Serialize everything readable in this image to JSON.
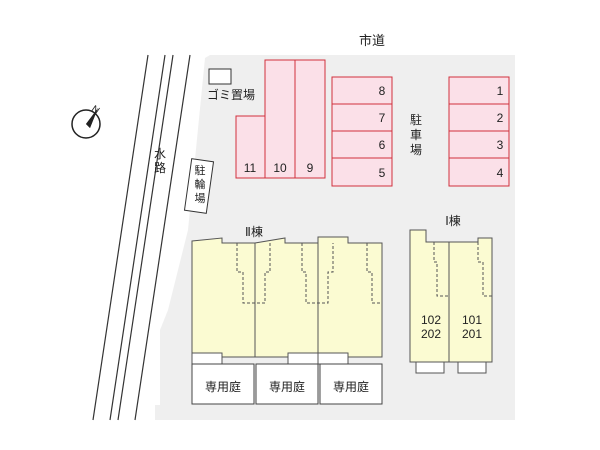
{
  "road_label": "市道",
  "waterway_label": "水路",
  "north_label": "N",
  "garbage_label": "ゴミ置場",
  "bicycle_parking_label": "駐輪場",
  "parking_label": "駐車場",
  "parking_left_numbers": [
    "11",
    "10",
    "9"
  ],
  "parking_center_numbers": [
    "8",
    "7",
    "6",
    "5"
  ],
  "parking_right_numbers": [
    "1",
    "2",
    "3",
    "4"
  ],
  "building_2_label": "Ⅱ棟",
  "building_1_label": "Ⅰ棟",
  "building_1_units": {
    "left_upper": "102",
    "left_lower": "202",
    "right_upper": "101",
    "right_lower": "201"
  },
  "private_garden_labels": [
    "専用庭",
    "専用庭",
    "専用庭"
  ],
  "colors": {
    "site": "#efefef",
    "parking_fill": "#fbe0e8",
    "parking_line": "#d0303c",
    "building_fill": "#fbfbd2",
    "building_line": "#555555"
  }
}
